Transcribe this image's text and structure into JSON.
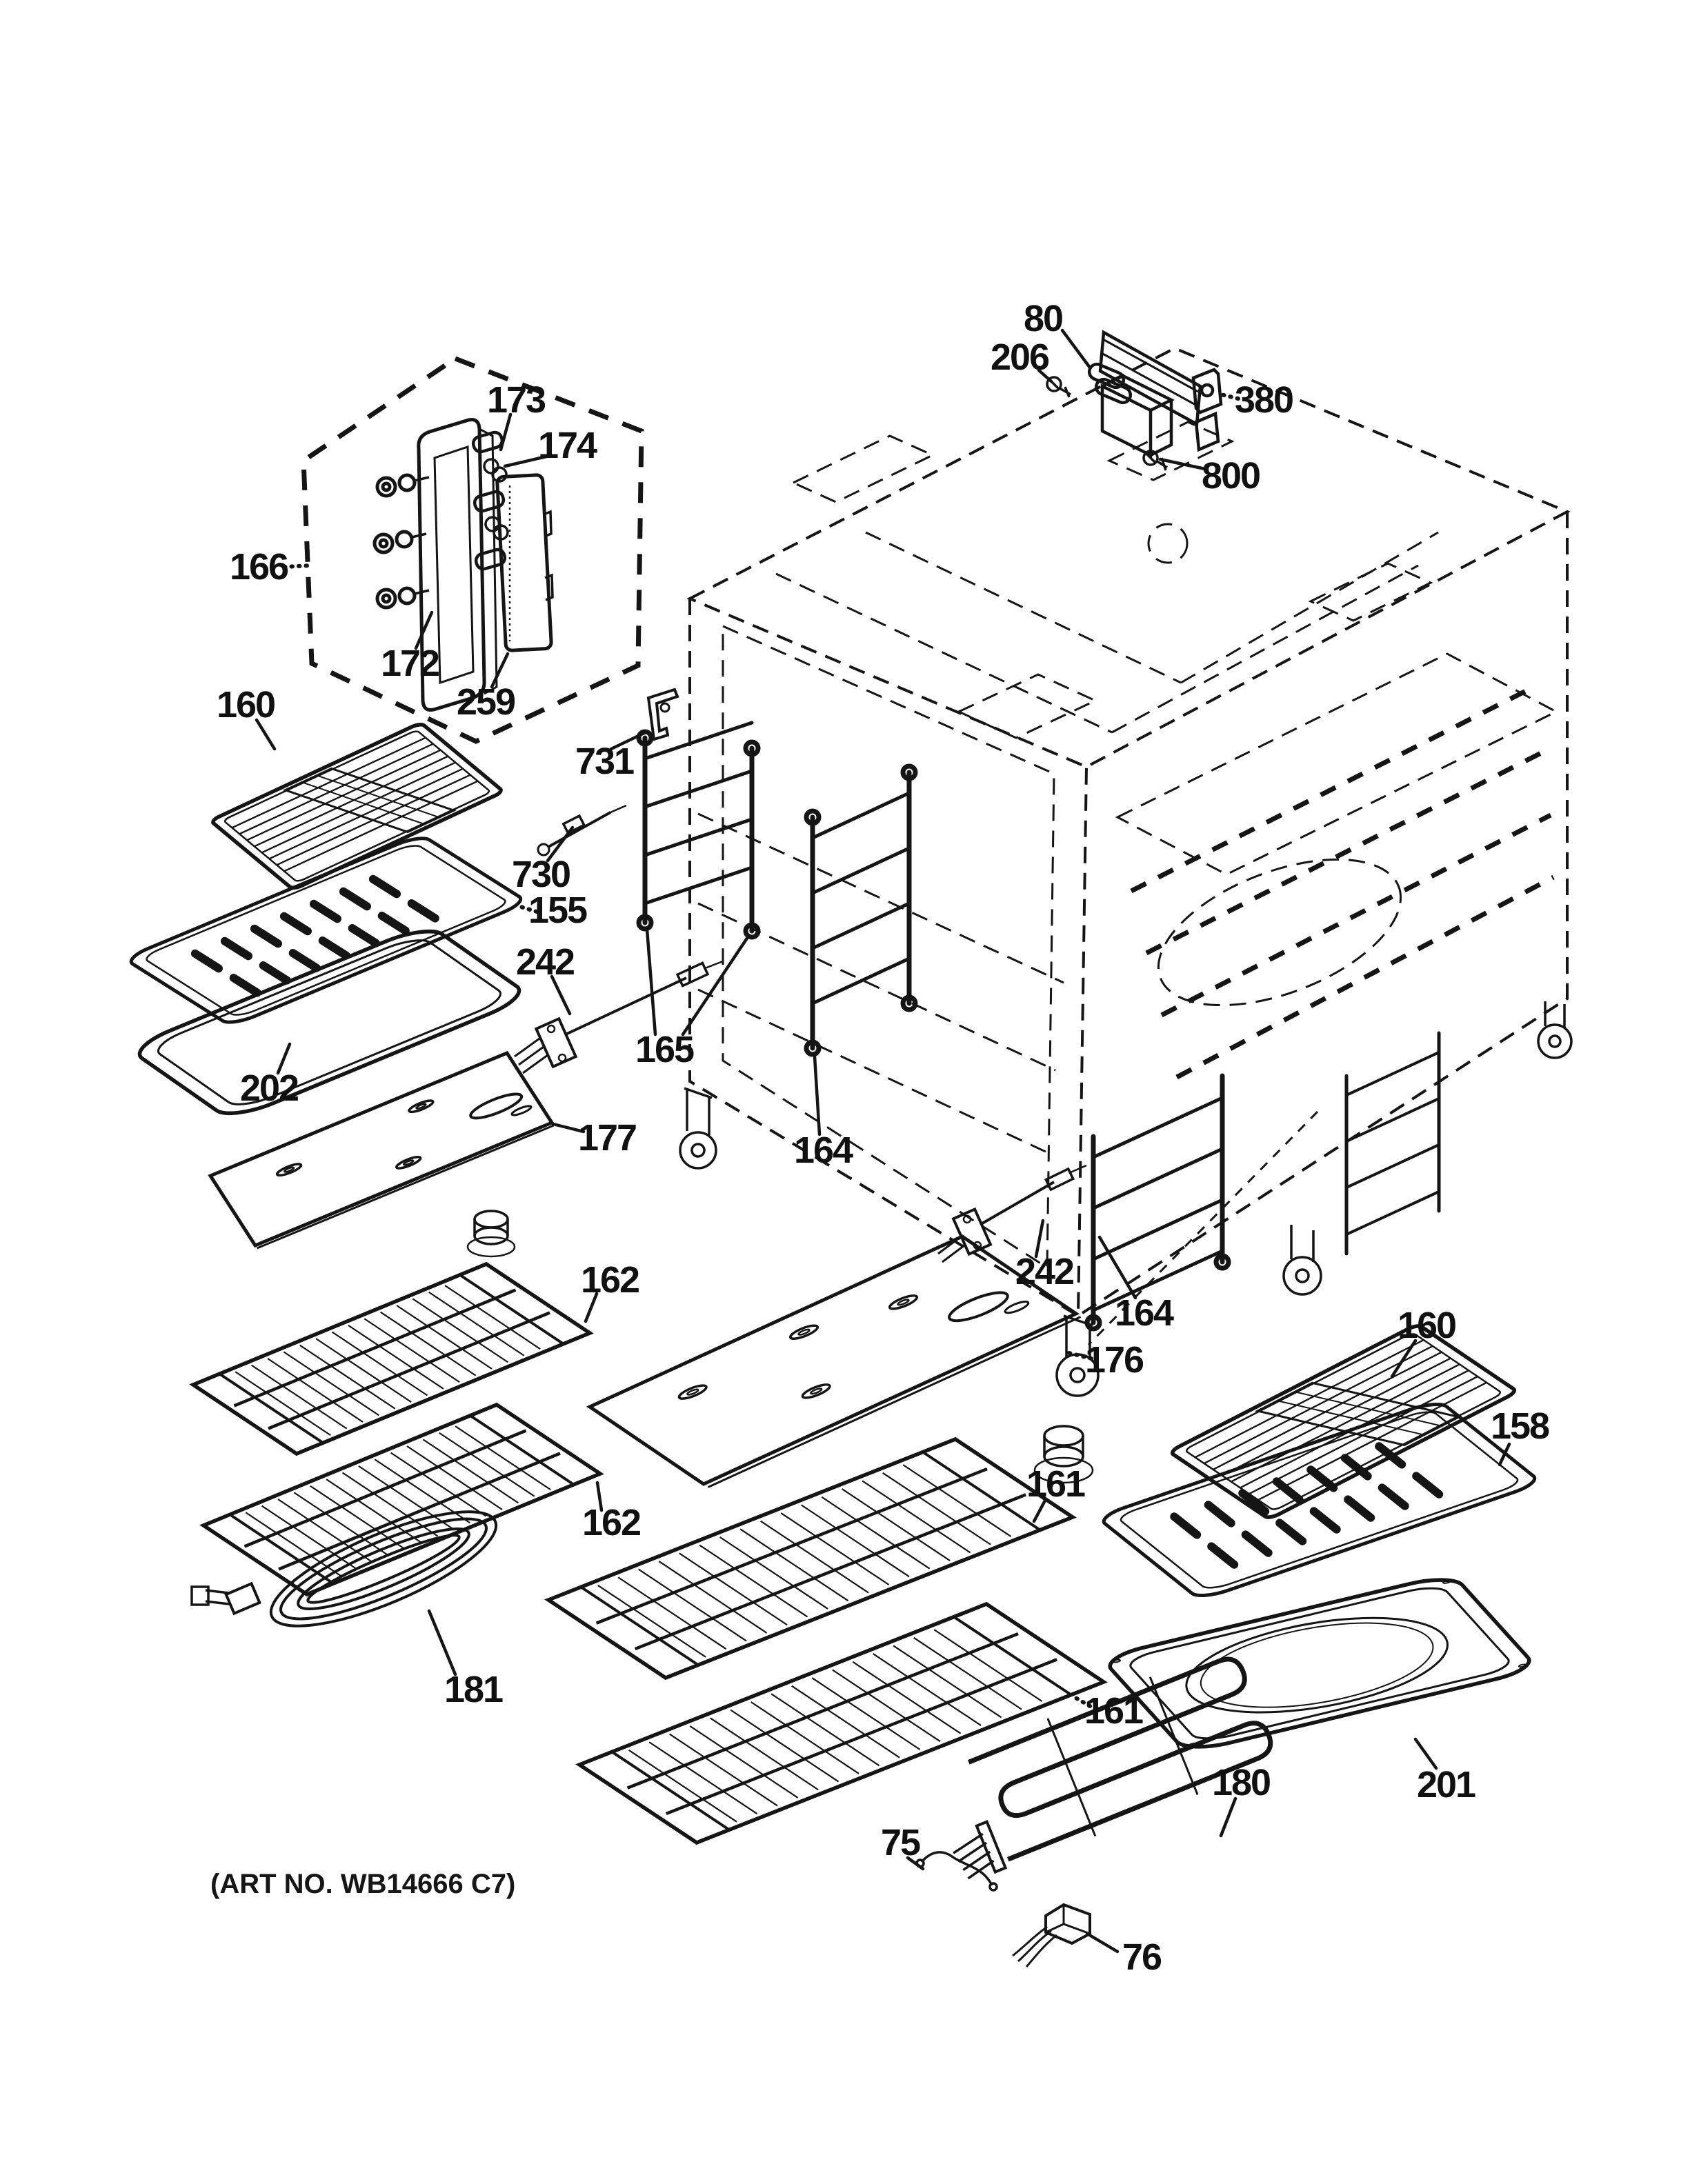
{
  "diagram": {
    "art_no": "(ART NO. WB14666 C7)",
    "callouts": [
      {
        "label": "80"
      },
      {
        "label": "206"
      },
      {
        "label": "380"
      },
      {
        "label": "800"
      },
      {
        "label": "166"
      },
      {
        "label": "173"
      },
      {
        "label": "174"
      },
      {
        "label": "172"
      },
      {
        "label": "259"
      },
      {
        "label": "160"
      },
      {
        "label": "731"
      },
      {
        "label": "730"
      },
      {
        "label": "155"
      },
      {
        "label": "242"
      },
      {
        "label": "202"
      },
      {
        "label": "177"
      },
      {
        "label": "165"
      },
      {
        "label": "164"
      },
      {
        "label": "162"
      },
      {
        "label": "162"
      },
      {
        "label": "242"
      },
      {
        "label": "164"
      },
      {
        "label": "176"
      },
      {
        "label": "160"
      },
      {
        "label": "158"
      },
      {
        "label": "161"
      },
      {
        "label": "161"
      },
      {
        "label": "181"
      },
      {
        "label": "180"
      },
      {
        "label": "201"
      },
      {
        "label": "75"
      },
      {
        "label": "76"
      }
    ]
  }
}
